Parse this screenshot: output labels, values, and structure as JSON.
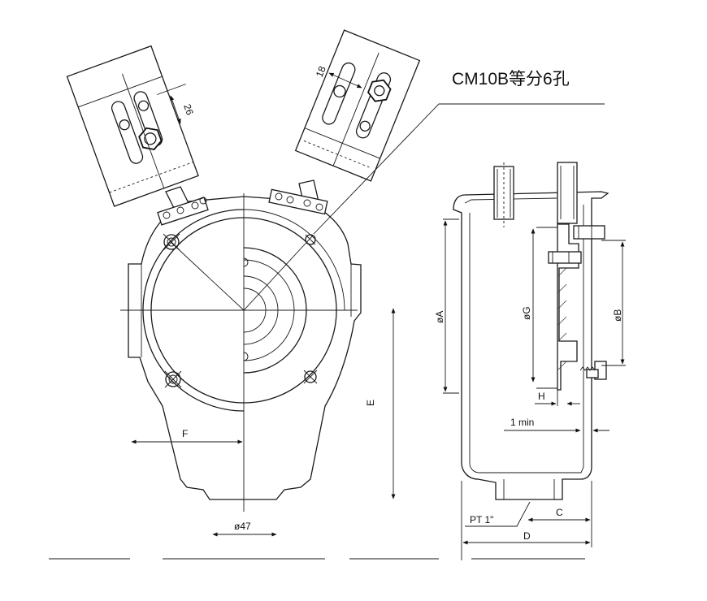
{
  "callout": {
    "text": "CM10B等分6孔"
  },
  "dimensions": {
    "d26": "26",
    "d18": "18",
    "phiA": "øA",
    "phiG": "øG",
    "phiB": "øB",
    "E": "E",
    "F": "F",
    "phi47": "ø47",
    "H": "H",
    "min1": "1 min",
    "C": "C",
    "D": "D",
    "pt": "PT 1\""
  }
}
